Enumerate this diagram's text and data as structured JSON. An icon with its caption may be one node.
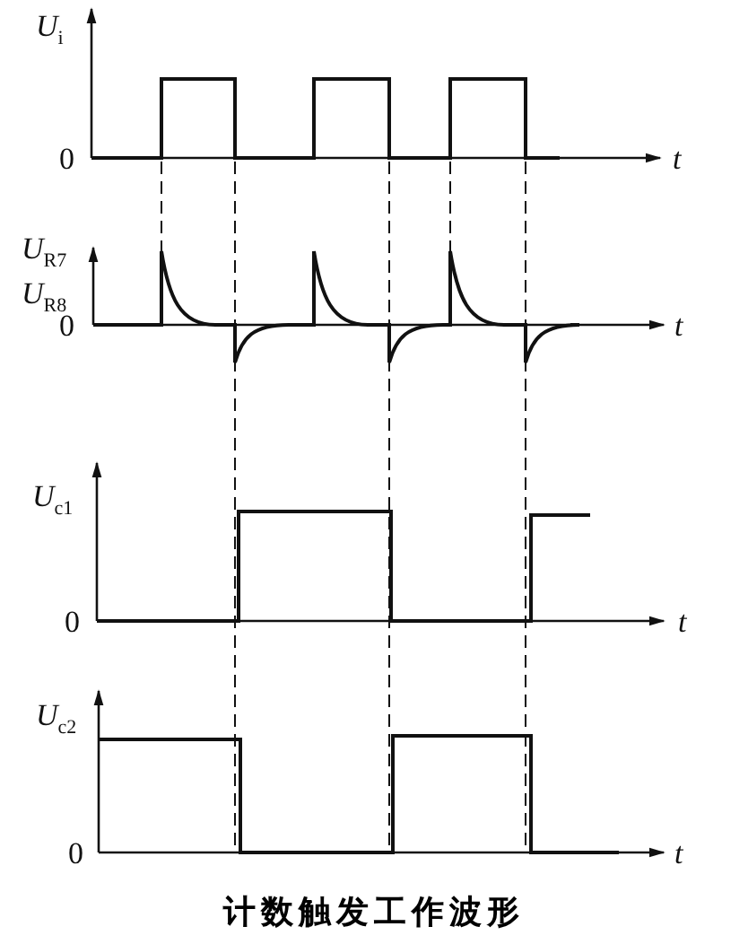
{
  "diagram": {
    "caption": "计数触发工作波形",
    "labels": [
      "*U*$_{i}$",
      "0",
      "t",
      "*U*$_{R7}$",
      "*U*$_{R8}$",
      "0",
      "t",
      "*U*$_{c1}$",
      "0",
      "t",
      "*U*$_{c2}$",
      "0",
      "t"
    ]
  }
}
